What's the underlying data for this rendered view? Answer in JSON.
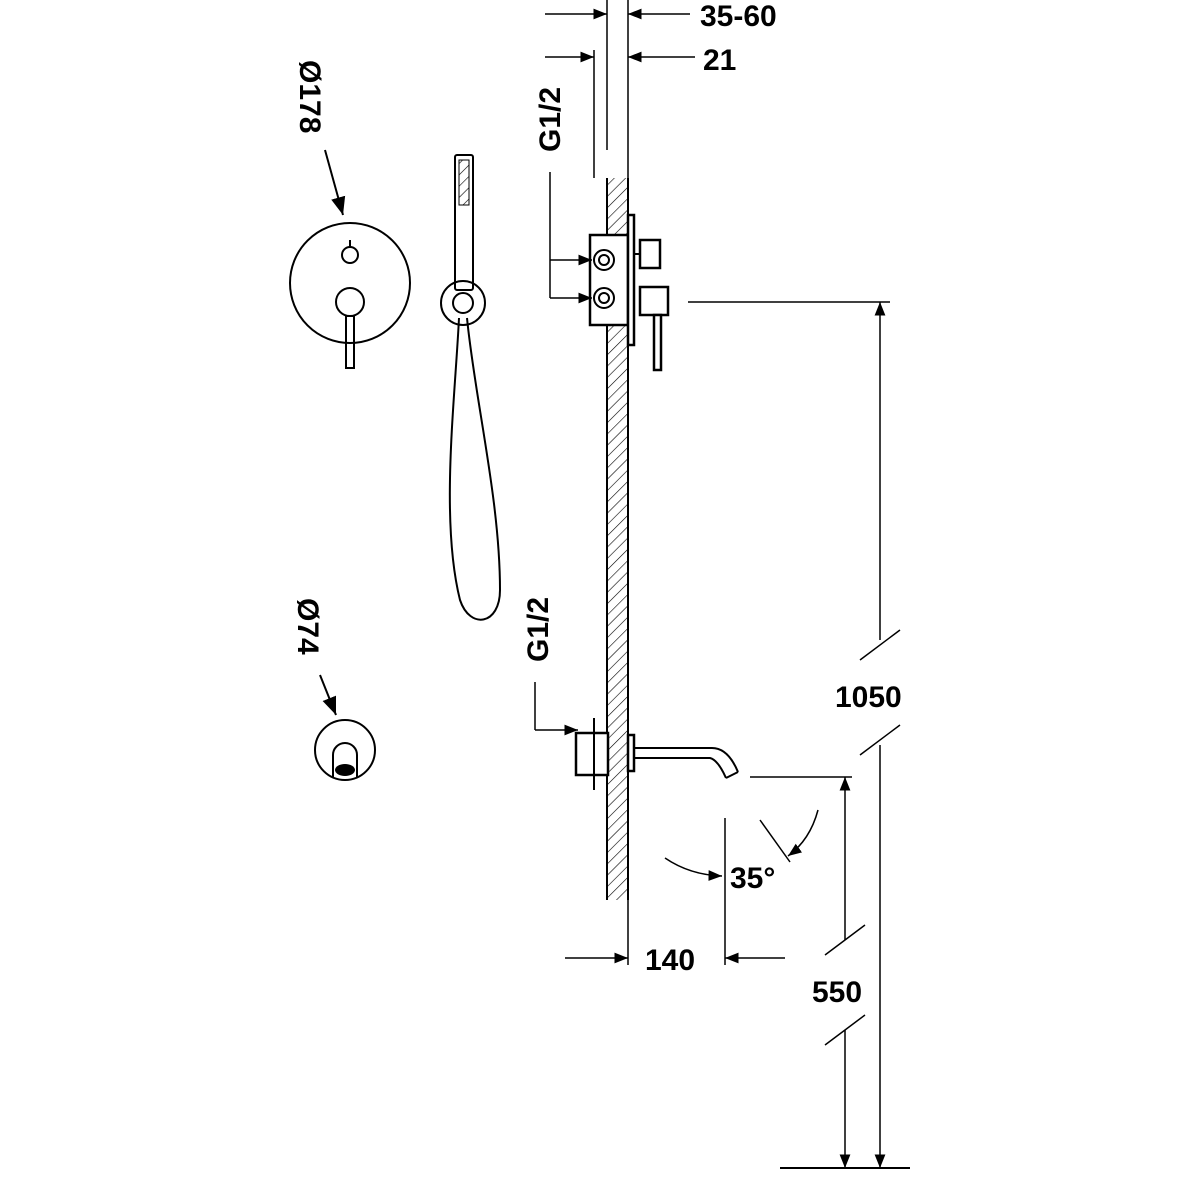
{
  "drawing": {
    "dimensions": {
      "wall_depth": "35-60",
      "plate_offset": "21",
      "mixer_connection": "G1/2",
      "spout_connection": "G1/2",
      "mixer_plate_diameter": "Ø178",
      "spout_plate_diameter": "Ø74",
      "mixer_height": "1050",
      "spout_height": "550",
      "spout_projection": "140",
      "spout_angle": "35°"
    },
    "colors": {
      "line": "#000000",
      "background": "#ffffff"
    }
  }
}
